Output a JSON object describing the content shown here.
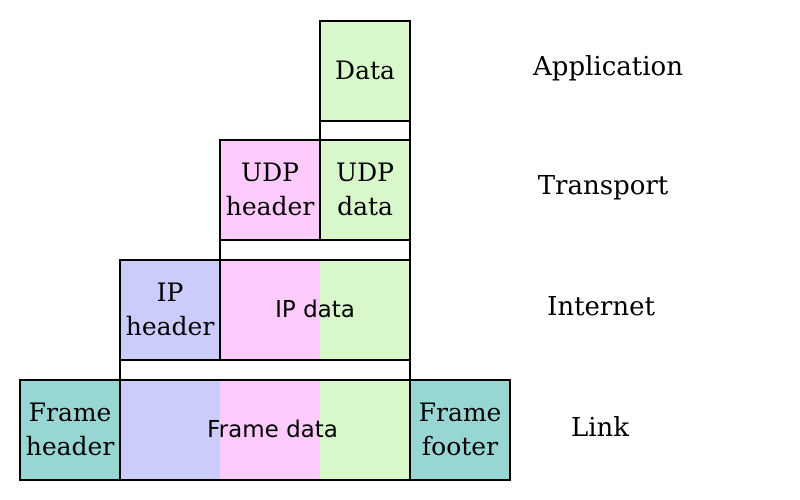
{
  "colors": {
    "data": "#d8f8cc",
    "udp_header": "#fccbfc",
    "ip_header": "#ccccfc",
    "frame": "#98d6d4",
    "outline": "#000000"
  },
  "boxes": {
    "data": "Data",
    "udp_header": "UDP\nheader",
    "udp_data": "UDP\ndata",
    "ip_header": "IP\nheader",
    "ip_data": "IP data",
    "frame_header": "Frame\nheader",
    "frame_data": "Frame data",
    "frame_footer": "Frame\nfooter"
  },
  "layers": {
    "application": "Application",
    "transport": "Transport",
    "internet": "Internet",
    "link": "Link"
  }
}
